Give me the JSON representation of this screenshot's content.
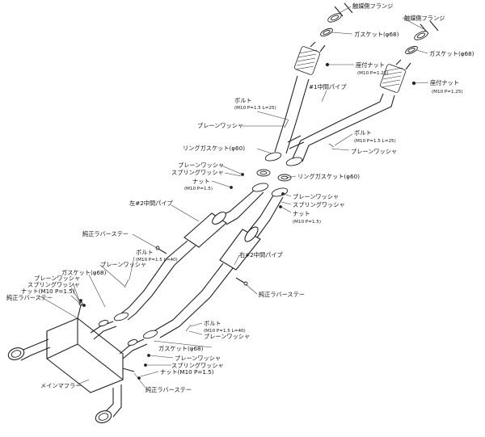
{
  "labels": {
    "cat_flange_left": "触媒側フランジ",
    "cat_flange_right": "触媒側フランジ",
    "gasket68_top_left": "ガスケット(φ68)",
    "gasket68_top_right": "ガスケット(φ68)",
    "seat_nut_left": "座付ナット",
    "seat_nut_left_spec": "(M10 P=1.25)",
    "seat_nut_right": "座付ナット",
    "seat_nut_right_spec": "(M10 P=1.25)",
    "mid_pipe_1": "#1中間パイプ",
    "bolt_upper_left": "ボルト",
    "bolt_upper_left_spec": "(M10 P=1.5 L=25)",
    "plain_washer_upper_left": "プレーンワッシャ",
    "bolt_upper_right": "ボルト",
    "bolt_upper_right_spec": "(M10 P=1.5 L=25)",
    "plain_washer_upper_right": "プレーンワッシャ",
    "ring_gasket_left": "リングガスケット(φ60)",
    "ring_gasket_right": "リングガスケット(φ60)",
    "plain_washer_mid_left": "プレーンワッシャ",
    "spring_washer_mid_left": "スプリングワッシャ",
    "nut_mid_left": "ナット",
    "nut_mid_left_spec": "(M10 P=1.5)",
    "plain_washer_mid_right": "プレーンワッシャ",
    "spring_washer_mid_right": "スプリングワッシャ",
    "nut_mid_right": "ナット",
    "nut_mid_right_spec": "(M10 P=1.5)",
    "mid_pipe_2_left": "左#2中間パイプ",
    "rubber_stay_upper": "純正ラバーステー",
    "bolt_lower_left": "ボルト",
    "bolt_lower_left_spec": "(M10 P=1.5 L=40)",
    "plain_washer_lower_left": "プレーンワッシャ",
    "mid_pipe_2_right": "右#2中間パイプ",
    "gasket68_lower_left": "ガスケット(φ68)",
    "plain_washer_far_left": "プレーンワッシャ",
    "spring_washer_far_left": "スプリングワッシャ",
    "nut_far_left": "ナット(M10 P=1.5)",
    "rubber_stay_left": "純正ラバーステー",
    "rubber_stay_right": "純正ラバーステー",
    "bolt_lower_right": "ボルト",
    "bolt_lower_right_spec": "(M10 P=1.5 L=40)",
    "plain_washer_lower_right": "プレーンワッシャ",
    "gasket68_lower_right": "ガスケット(φ68)",
    "plain_washer_bottom": "プレーンワッシャ",
    "spring_washer_bottom": "スプリングワッシャ",
    "nut_bottom": "ナット(M10 P=1.5)",
    "main_muffler": "メインマフラー",
    "rubber_stay_bottom": "純正ラバーステー"
  }
}
